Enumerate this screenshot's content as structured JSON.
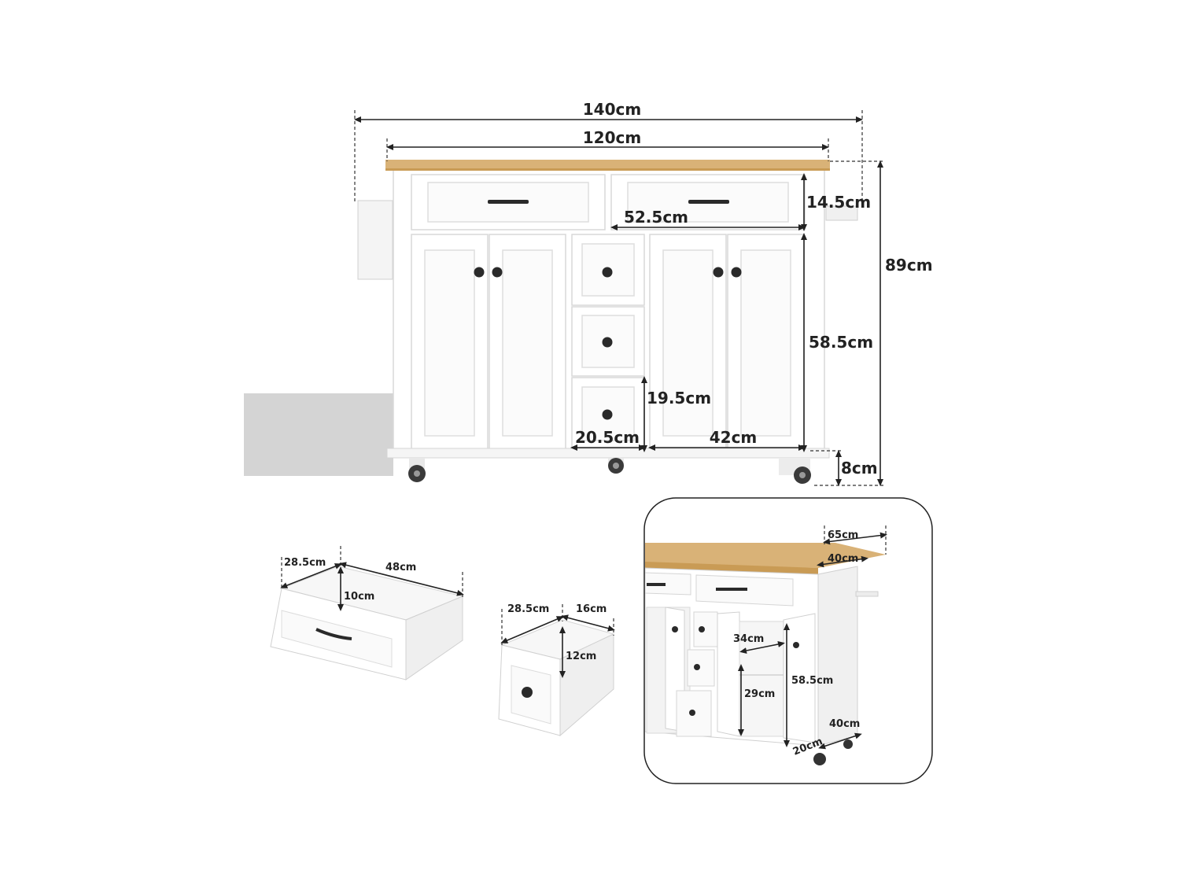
{
  "main_view": {
    "total_width": "140cm",
    "top_width": "120cm",
    "top_drawer_height": "14.5cm",
    "top_drawer_width": "52.5cm",
    "total_height": "89cm",
    "cabinet_height": "58.5cm",
    "small_drawer_height": "19.5cm",
    "small_drawer_width": "20.5cm",
    "cabinet_width": "42cm",
    "wheel_height": "8cm"
  },
  "large_drawer": {
    "depth": "28.5cm",
    "width": "48cm",
    "height": "10cm"
  },
  "small_drawer": {
    "depth": "28.5cm",
    "width": "16cm",
    "height": "12cm"
  },
  "perspective_view": {
    "depth_extended": "65cm",
    "depth": "40cm",
    "shelf_depth": "34cm",
    "cabinet_height": "58.5cm",
    "shelf_height": "29cm",
    "side_depth": "40cm",
    "lower_height": "20cm"
  },
  "colors": {
    "cabinet": "#ffffff",
    "countertop": "#d9b277",
    "hardware": "#2a2a2a",
    "shadow": "#d4d4d4"
  }
}
